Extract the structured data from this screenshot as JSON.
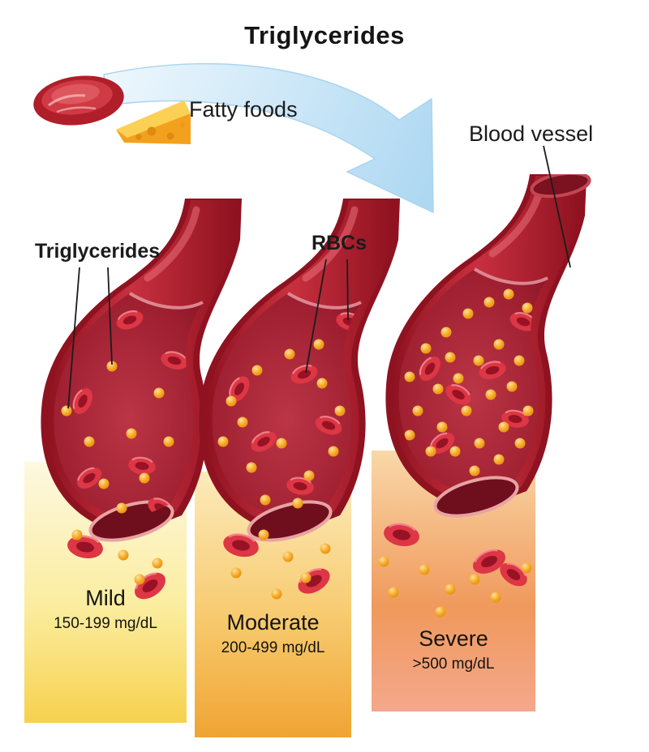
{
  "title": "Triglycerides",
  "labels": {
    "fatty_foods": "Fatty foods",
    "blood_vessel": "Blood vessel",
    "triglycerides": "Triglycerides",
    "rbcs": "RBCs"
  },
  "levels": [
    {
      "id": "mild",
      "name": "Mild",
      "range": "150-199 mg/dL"
    },
    {
      "id": "moderate",
      "name": "Moderate",
      "range": "200-499 mg/dL"
    },
    {
      "id": "severe",
      "name": "Severe",
      "range": ">500 mg/dL"
    }
  ],
  "icons": [
    "meat-icon",
    "cheese-icon",
    "flow-arrow-icon"
  ],
  "colors": {
    "vessel_dark": "#8f1220",
    "vessel_wall": "#c8303f",
    "rbc": "#dd3644",
    "triglyceride_dot": "#f6a71e",
    "arrow_fill": "#cfe8f8",
    "mild_bg_top": "#fdf8e0",
    "mild_bg_bottom": "#f6d14e",
    "moderate_bg_top": "#fcebbc",
    "moderate_bg_bottom": "#f0a433",
    "severe_bg_top": "#f9d8a8",
    "severe_bg_mid": "#f0995c",
    "severe_bg_bottom": "#f4a88c"
  }
}
